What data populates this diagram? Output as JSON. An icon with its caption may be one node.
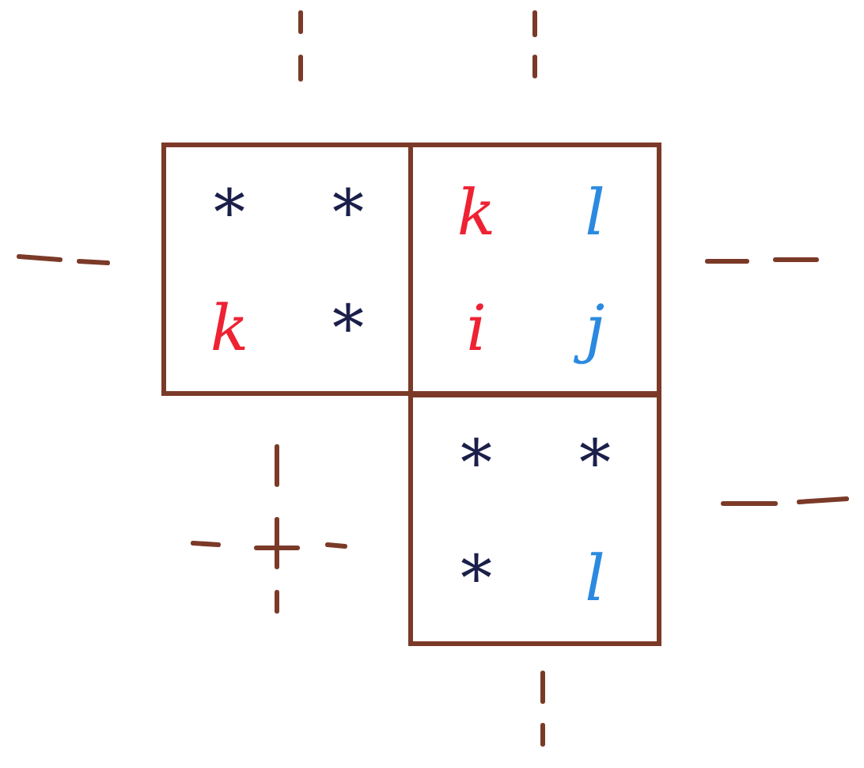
{
  "diagram": {
    "nodes": [
      {
        "text": [
          "*",
          "*",
          "k",
          "*"
        ]
      },
      {
        "text": [
          "k",
          "l",
          "i",
          "j"
        ]
      },
      {
        "text": [
          "*",
          "*",
          "*",
          "l"
        ]
      }
    ]
  }
}
